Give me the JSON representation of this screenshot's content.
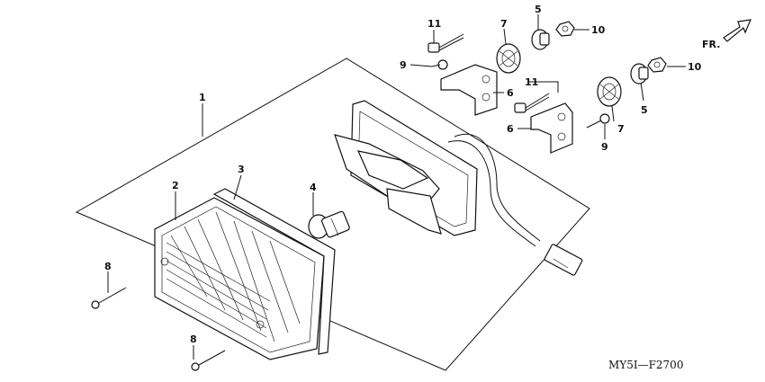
{
  "diagram": {
    "drawing_code": "MY5I—F2700",
    "direction_label": "FR.",
    "callouts": [
      "1",
      "2",
      "3",
      "4",
      "5",
      "5",
      "6",
      "6",
      "7",
      "7",
      "8",
      "8",
      "9",
      "9",
      "10",
      "10",
      "11",
      "11"
    ]
  }
}
